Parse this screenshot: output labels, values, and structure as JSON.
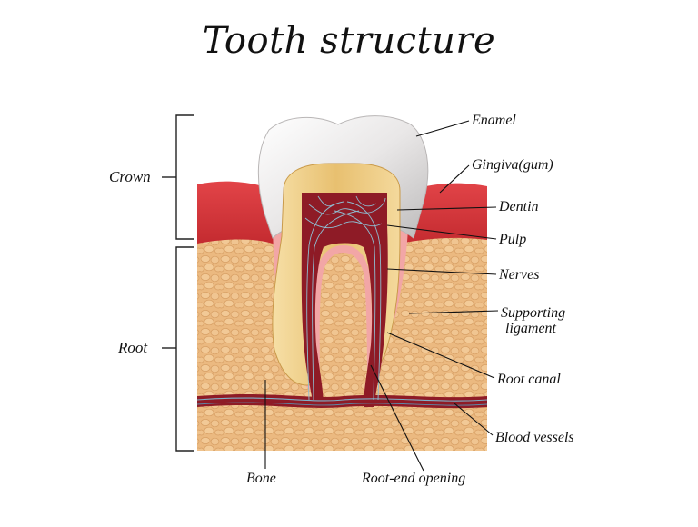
{
  "title": "Tooth structure",
  "sections": {
    "crown": "Crown",
    "root": "Root"
  },
  "labels": {
    "enamel": "Enamel",
    "gingiva": "Gingiva(gum)",
    "dentin": "Dentin",
    "pulp": "Pulp",
    "nerves": "Nerves",
    "supporting_1": "Supporting",
    "supporting_2": "ligament",
    "root_canal": "Root canal",
    "blood_vessels": "Blood vessels",
    "bone": "Bone",
    "root_end_opening": "Root-end opening"
  },
  "colors": {
    "enamel": "#eceaea",
    "gingiva": "#d8353a",
    "dentin": "#e9c37a",
    "pulp": "#8c1a24",
    "bone": "#e9b57c",
    "ligament": "#f0a0a0",
    "nerve": "#7fb0c8"
  }
}
